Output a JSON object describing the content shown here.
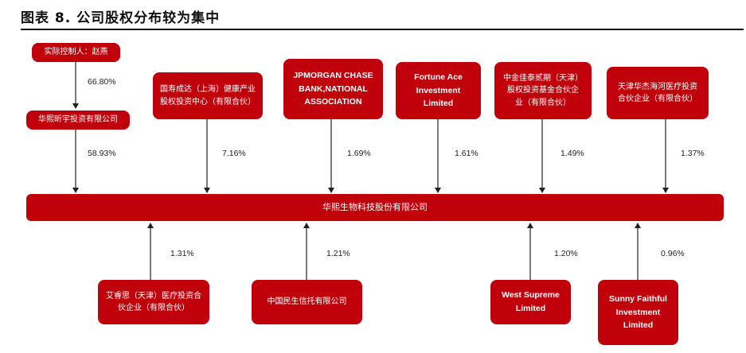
{
  "title": "图表 8. 公司股权分布较为集中",
  "controller": {
    "label": "实际控制人：赵燕",
    "pct": "66.80%"
  },
  "parent": {
    "label": "华熙昕宇投资有限公司",
    "pct": "58.93%"
  },
  "company": {
    "label": "华熙生物科技股份有限公司"
  },
  "top_holders": [
    {
      "label": "国寿成达（上海）健康产业\n股权投资中心（有限合伙）",
      "pct": "7.16%"
    },
    {
      "label": "JPMORGAN CHASE\nBANK,NATIONAL\nASSOCIATION",
      "pct": "1.69%"
    },
    {
      "label": "Fortune Ace\nInvestment\nLimited",
      "pct": "1.61%"
    },
    {
      "label": "中金佳泰贰期（天津）\n股权投资基金合伙企\n业（有限合伙）",
      "pct": "1.49%"
    },
    {
      "label": "天津华杰海河医疗投资\n合伙企业（有限合伙）",
      "pct": "1.37%"
    }
  ],
  "bottom_holders": [
    {
      "label": "艾睿思（天津）医疗投资合\n伙企业（有限合伙）",
      "pct": "1.31%"
    },
    {
      "label": "中国民生信托有限公司",
      "pct": "1.21%"
    },
    {
      "label": "West Supreme\nLimited",
      "pct": "1.20%"
    },
    {
      "label": "Sunny Faithful\nInvestment\nLimited",
      "pct": "0.96%"
    }
  ],
  "colors": {
    "box": "#c0000a",
    "arrow": "#222222"
  }
}
